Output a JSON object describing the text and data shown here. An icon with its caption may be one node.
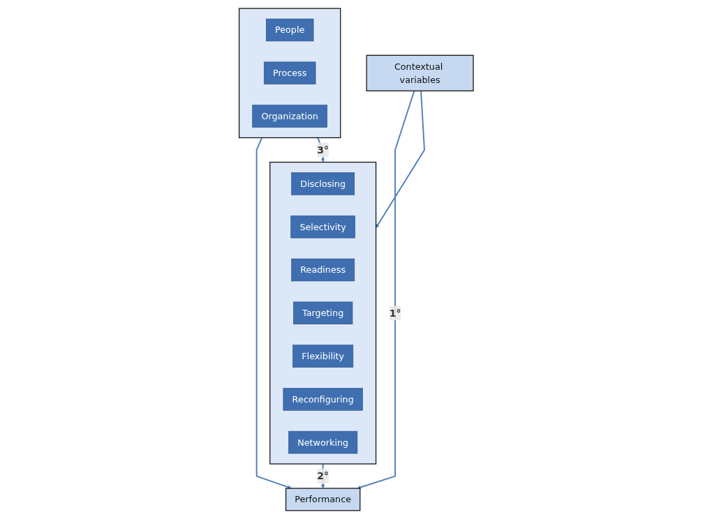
{
  "diagram": {
    "nodes": [
      {
        "text": [
          "Contextual variables"
        ]
      },
      {
        "text": [
          "Performance"
        ]
      },
      {
        "text": [],
        "shape": "box"
      },
      {
        "text": [
          "People"
        ],
        "in": 2
      },
      {
        "text": [
          "Process"
        ],
        "in": 2
      },
      {
        "text": [
          "Organization"
        ],
        "in": 2
      },
      {
        "text": [],
        "shape": "box"
      },
      {
        "text": [
          "Disclosing"
        ],
        "in": 6
      },
      {
        "text": [
          "Selectivity"
        ],
        "in": 6
      },
      {
        "text": [
          "Readiness"
        ],
        "in": 6
      },
      {
        "text": [
          "Targeting"
        ],
        "in": 6
      },
      {
        "text": [
          "Flexibility"
        ],
        "in": 6
      },
      {
        "text": [
          "Reconfiguring"
        ],
        "in": 6
      },
      {
        "text": [
          "Networking"
        ],
        "in": 6
      }
    ],
    "edges": [
      {
        "from": 0,
        "to": 1,
        "arrow": "to",
        "label": "1°"
      },
      {
        "from": 2,
        "to": 1,
        "arrow": "to"
      },
      {
        "from": 6,
        "to": 1,
        "arrow": "to",
        "label": "2°"
      },
      {
        "from": 2,
        "to": 6,
        "arrow": "to",
        "label": "3°"
      },
      {
        "from": 0,
        "to": 6,
        "arrow": "to"
      }
    ]
  }
}
